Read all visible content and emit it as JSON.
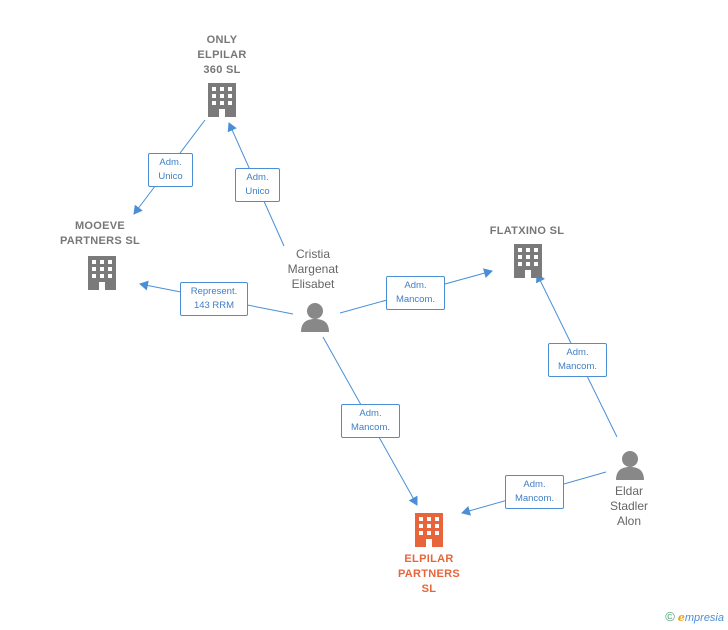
{
  "colors": {
    "edge": "#4a8fd6",
    "company": "#7a7a7a",
    "focus": "#e8643a",
    "person": "#888888"
  },
  "nodes": {
    "only_elpilar": {
      "label": "ONLY\nELPILAR\n360  SL",
      "icon": "building-icon"
    },
    "mooeve": {
      "label": "MOOEVE\nPARTNERS  SL",
      "icon": "building-icon"
    },
    "flatxino": {
      "label": "FLATXINO SL",
      "icon": "building-icon"
    },
    "elpilar_partners": {
      "label": "ELPILAR\nPARTNERS\nSL",
      "icon": "building-icon"
    },
    "cristia": {
      "label": "Cristia\nMargenat\nElisabet",
      "icon": "person-icon"
    },
    "eldar": {
      "label": "Eldar\nStadler\nAlon",
      "icon": "person-icon"
    }
  },
  "edges": [
    {
      "id": "e1",
      "label": "Adm.\nUnico"
    },
    {
      "id": "e2",
      "label": "Adm.\nUnico"
    },
    {
      "id": "e3",
      "label": "Represent.\n143 RRM"
    },
    {
      "id": "e4",
      "label": "Adm.\nMancom."
    },
    {
      "id": "e5",
      "label": "Adm.\nMancom."
    },
    {
      "id": "e6",
      "label": "Adm.\nMancom."
    },
    {
      "id": "e7",
      "label": "Adm.\nMancom."
    }
  ],
  "brand": {
    "copyright": "©",
    "initial": "e",
    "text": "mpresia"
  }
}
